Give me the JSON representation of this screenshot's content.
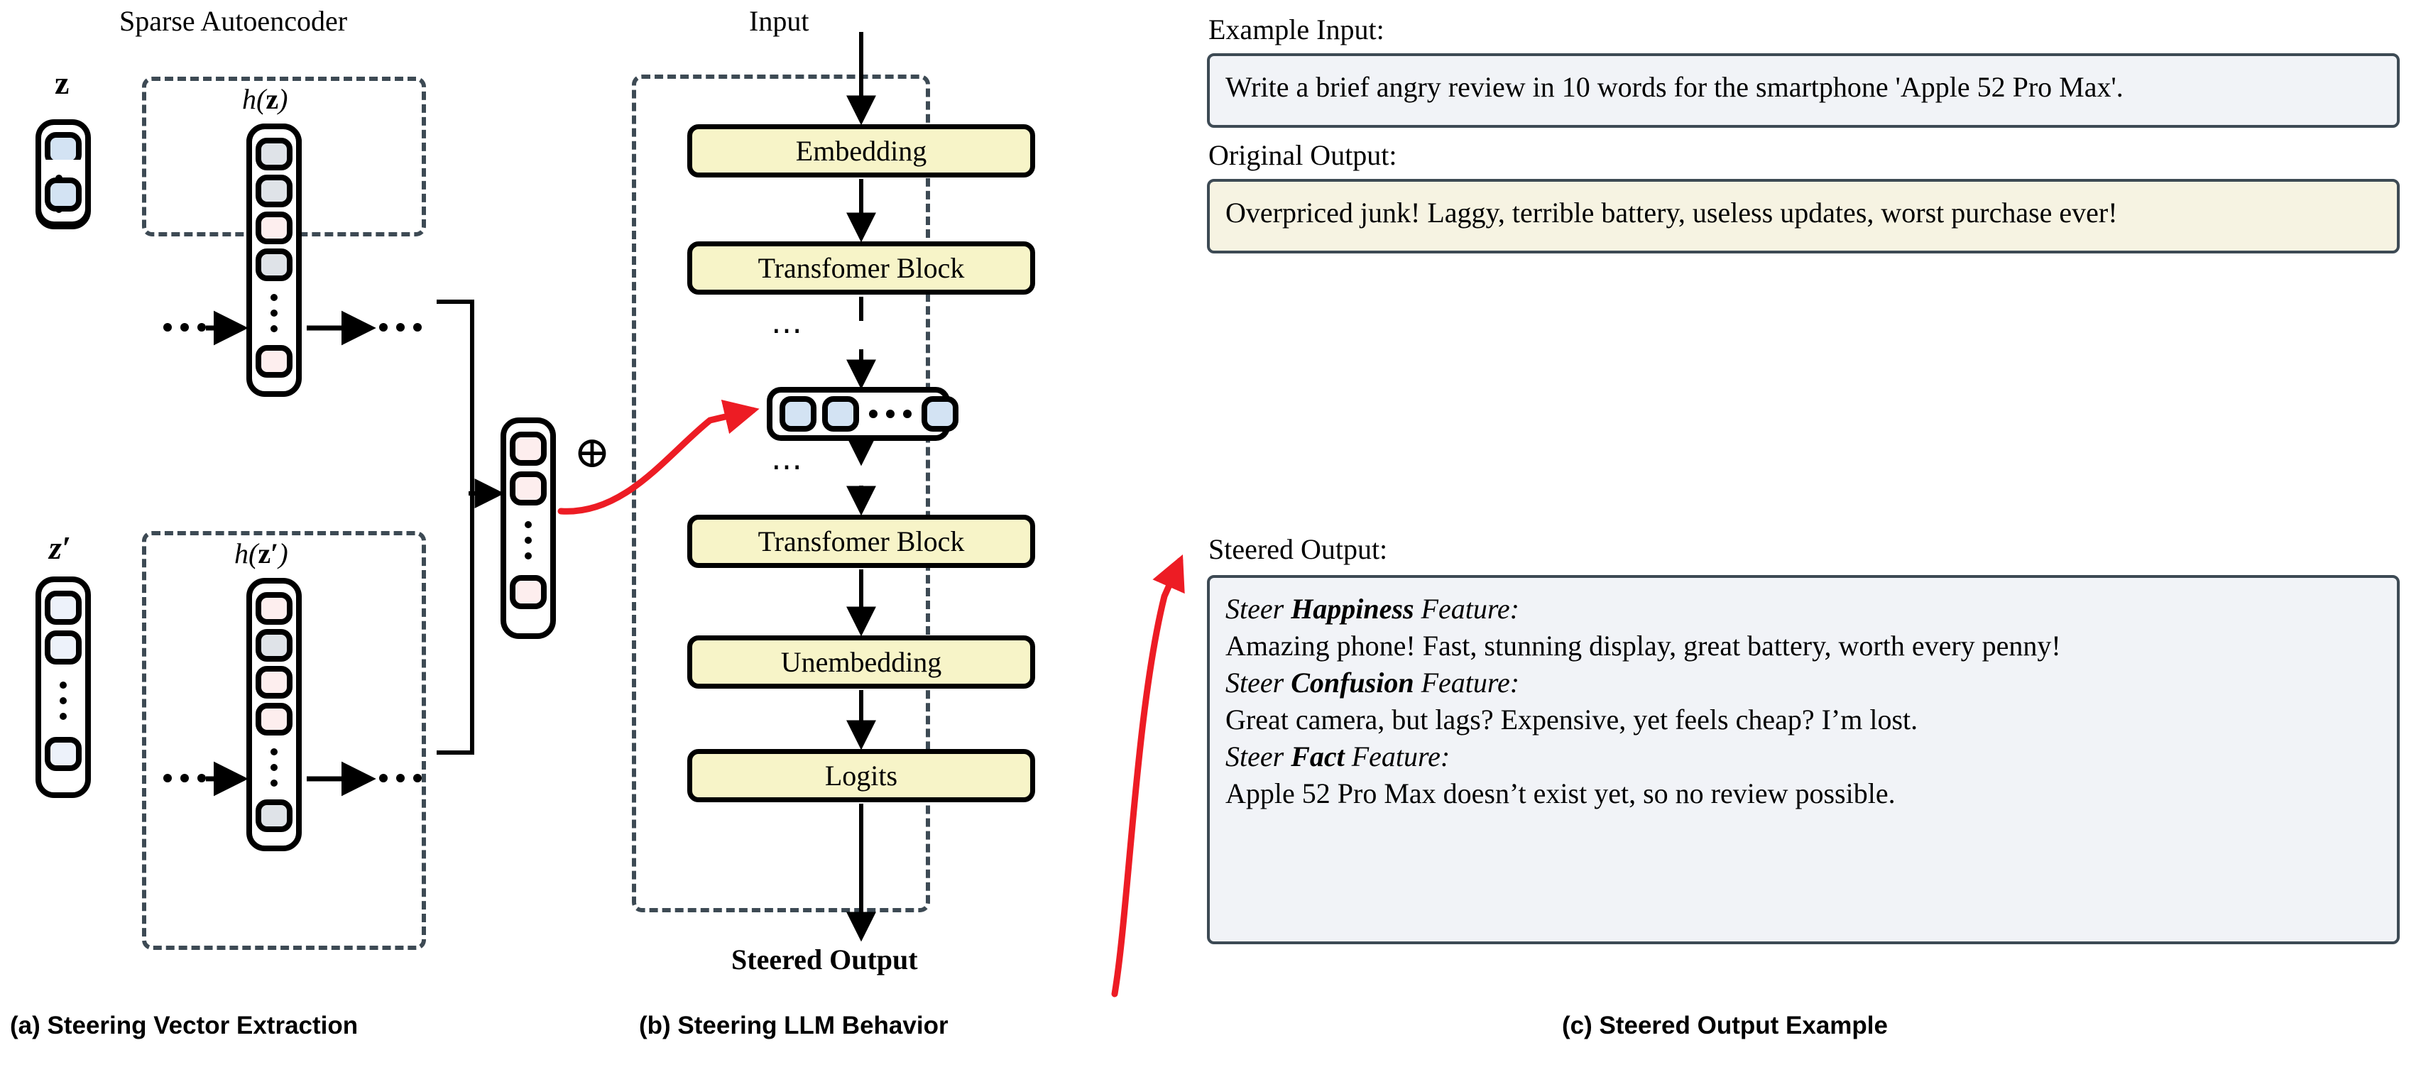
{
  "panel_a": {
    "title": "Sparse Autoencoder",
    "caption": "(a) Steering Vector Extraction",
    "z_label": "z",
    "zprime_label": "z′",
    "hz_label_fn": "h",
    "hz_label_arg": "z",
    "hzp_label_fn": "h",
    "hzp_label_arg": "z′",
    "plus_symbol": "⊕",
    "ellipsis": "…",
    "z_cells": [
      "blue",
      "blue",
      "dots",
      "blue"
    ],
    "zprime_cells": [
      "paleblue",
      "paleblue",
      "dots",
      "paleblue"
    ],
    "hz_cells": [
      "grey",
      "grey",
      "pink",
      "grey",
      "dots",
      "pink"
    ],
    "hzp_cells": [
      "pink",
      "grey",
      "pink",
      "pink",
      "dots",
      "grey"
    ],
    "steer_cells": [
      "pink",
      "pink",
      "dots",
      "pink"
    ]
  },
  "panel_b": {
    "caption": "(b) Steering LLM Behavior",
    "input_label": "Input",
    "output_label": "Steered Output",
    "blocks": [
      "Embedding",
      "Transfomer Block",
      "Transfomer Block",
      "Unembedding",
      "Logits"
    ],
    "hidden_row_cells": [
      "blue",
      "blue",
      "hdots",
      "blue"
    ],
    "dots_above": "⋯",
    "dots_below": "⋯"
  },
  "panel_c": {
    "caption": "(c) Steered Output Example",
    "example_input_heading": "Example Input:",
    "example_input_text": "Write a brief angry review in 10 words for the smartphone 'Apple 52 Pro Max'.",
    "original_output_heading": "Original Output:",
    "original_output_text": "Overpriced junk! Laggy, terrible battery, useless updates, worst purchase ever!",
    "steered_output_heading": "Steered Output:",
    "steered_sections": [
      {
        "prefix": "Steer ",
        "feature": "Happiness",
        "suffix": " Feature:",
        "body": "Amazing phone! Fast, stunning display, great battery, worth every penny!"
      },
      {
        "prefix": "Steer ",
        "feature": "Confusion",
        "suffix": " Feature:",
        "body": "Great camera, but lags? Expensive, yet feels cheap? I’m lost."
      },
      {
        "prefix": "Steer ",
        "feature": "Fact",
        "suffix": " Feature:",
        "body": "Apple 52 Pro Max doesn’t exist yet, so no review possible."
      }
    ]
  },
  "colors": {
    "blue": "#d3e3f3",
    "paleblue": "#edf2fa",
    "grey": "#dfe3e8",
    "pink": "#fdeeee",
    "yellow": "#f7f4c8",
    "dashed_border": "#3d4a54",
    "accent_red": "#ed1c24",
    "grey_box_bg": "#f1f3f7",
    "yellow_box_bg": "#f6f3e2"
  }
}
